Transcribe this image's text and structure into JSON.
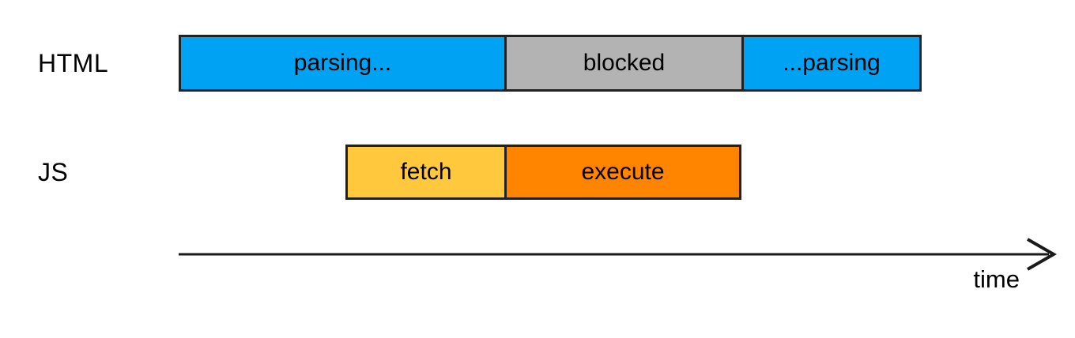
{
  "diagram": {
    "title_semantic": "script loading timeline",
    "rows": [
      {
        "label": "HTML",
        "segments": [
          {
            "label": "parsing...",
            "color": "#00A3F3"
          },
          {
            "label": "blocked",
            "color": "#B3B3B3"
          },
          {
            "label": "...parsing",
            "color": "#00A3F3"
          }
        ]
      },
      {
        "label": "JS",
        "segments": [
          {
            "label": "fetch",
            "color": "#FFC83D"
          },
          {
            "label": "execute",
            "color": "#FF8500"
          }
        ]
      }
    ],
    "axis": {
      "label": "time",
      "color": "#1A1A1A"
    },
    "colors": {
      "segment_border": "#212121",
      "text": "#000000",
      "background": "#FFFFFF"
    }
  }
}
